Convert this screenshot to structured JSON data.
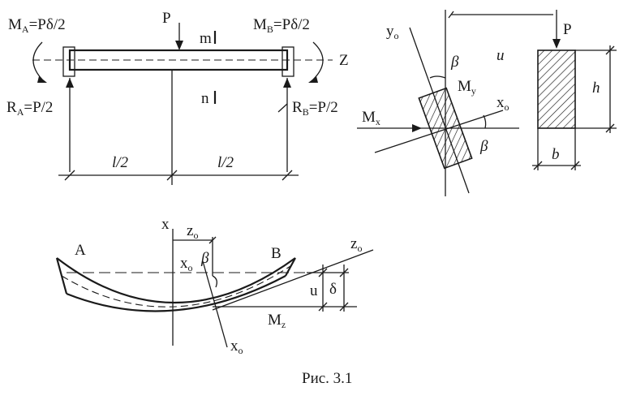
{
  "beam": {
    "label_MA": "M",
    "label_MA_sub": "A",
    "label_MA_rhs": "=Pδ/2",
    "label_MB": "M",
    "label_MB_sub": "B",
    "label_MB_rhs": "=Pδ/2",
    "label_P": "P",
    "label_m": "m",
    "label_n": "n",
    "label_Z": "Z",
    "label_RA": "R",
    "label_RA_sub": "A",
    "label_RA_rhs": "=P/2",
    "label_RB": "R",
    "label_RB_sub": "B",
    "label_RB_rhs": "=P/2",
    "span_left": "l/2",
    "span_right": "l/2"
  },
  "section": {
    "label_yo": "y",
    "label_yo_sub": "o",
    "label_beta_top": "β",
    "label_u": "u",
    "label_My": "M",
    "label_My_sub": "y",
    "label_xo": "x",
    "label_xo_sub": "o",
    "label_Mx": "M",
    "label_Mx_sub": "x",
    "label_beta_bottom": "β",
    "label_P": "P",
    "label_h": "h",
    "label_b": "b"
  },
  "deflected": {
    "label_x": "x",
    "label_zo_top": "z",
    "label_zo_top_sub": "o",
    "label_A": "A",
    "label_B": "B",
    "label_zo_right": "z",
    "label_zo_right_sub": "o",
    "label_xo": "x",
    "label_xo_sub": "o",
    "label_beta": "β",
    "label_u": "u",
    "label_delta": "δ",
    "label_Mz": "M",
    "label_Mz_sub": "z",
    "label_xo_bottom": "x",
    "label_xo_bottom_sub": "o"
  },
  "caption": "Рис. 3.1"
}
